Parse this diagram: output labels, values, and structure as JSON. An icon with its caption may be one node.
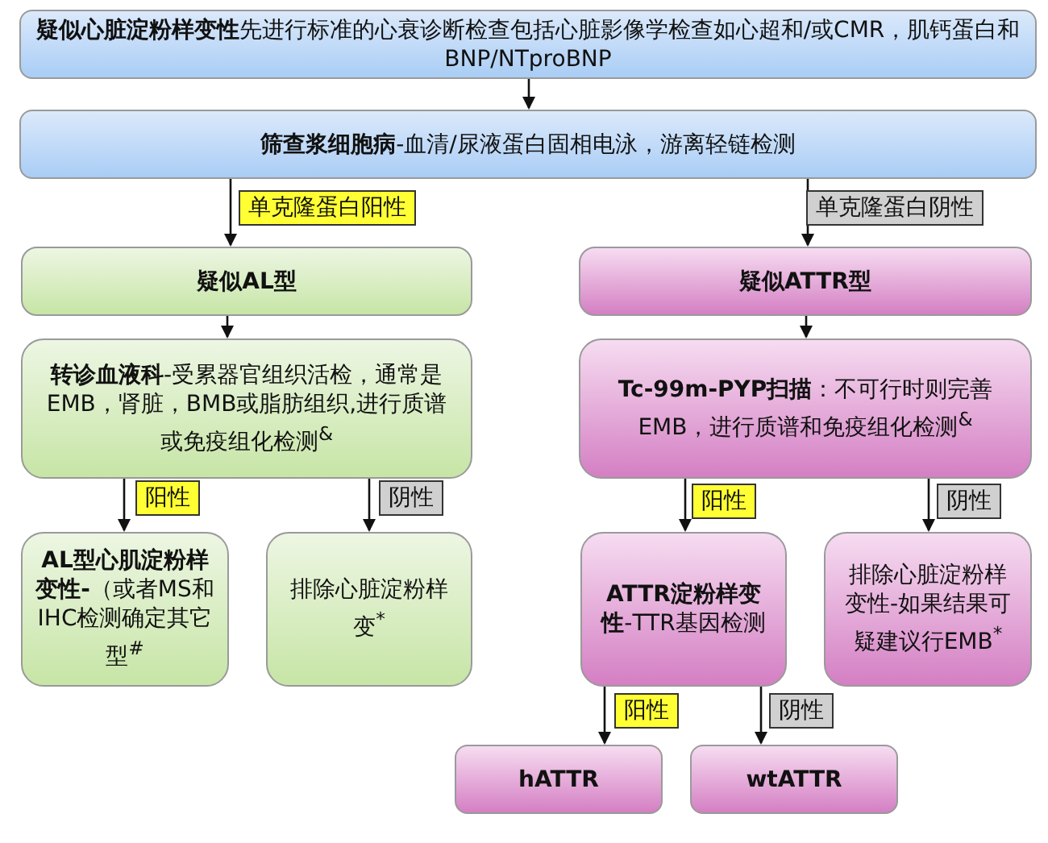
{
  "diagram": {
    "nodes": [
      {
        "text": [
          "**疑似心脏淀粉样变性**先进行标准的心衰诊断检查包括心脏影像学检查如心超和/或CMR，肌钙蛋白和BNP/NTproBNP"
        ]
      },
      {
        "text": [
          "**筛查浆细胞病**-血清/尿液蛋白固相电泳，游离轻链检测"
        ]
      },
      {
        "text": [
          "疑似AL型"
        ]
      },
      {
        "text": [
          "**转诊血液科**-受累器官组织活检，通常是EMB，肾脏，BMB或脂肪组织,进行质谱或免疫组化检测$^{&}$"
        ]
      },
      {
        "text": [
          "**AL型心肌淀粉样变性-**（或者MS和IHC检测确定其它型$^{#}$"
        ]
      },
      {
        "text": [
          "排除心脏淀粉样变$^{*}$"
        ]
      },
      {
        "text": [
          "疑似ATTR型"
        ]
      },
      {
        "text": [
          "**Tc-99m-PYP扫描**：不可行时则完善EMB，进行质谱和免疫组化检测$^{&}$"
        ]
      },
      {
        "text": [
          "**ATTR淀粉样变性**-TTR基因检测"
        ]
      },
      {
        "text": [
          "排除心脏淀粉样变性-如果结果可疑建议行EMB$^{*}$"
        ]
      },
      {
        "text": [
          "hATTR"
        ]
      },
      {
        "text": [
          "wtATTR"
        ]
      }
    ],
    "edges": [
      {
        "from": 0,
        "to": 1,
        "arrow": "to"
      },
      {
        "from": 1,
        "to": 2,
        "arrow": "to",
        "label": "单克隆蛋白阳性"
      },
      {
        "from": 1,
        "to": 6,
        "arrow": "to",
        "label": "单克隆蛋白阴性"
      },
      {
        "from": 2,
        "to": 3,
        "arrow": "to"
      },
      {
        "from": 3,
        "to": 4,
        "arrow": "to",
        "label": "阳性"
      },
      {
        "from": 3,
        "to": 5,
        "arrow": "to",
        "label": "阴性"
      },
      {
        "from": 6,
        "to": 7,
        "arrow": "to"
      },
      {
        "from": 7,
        "to": 8,
        "arrow": "to",
        "label": "阳性"
      },
      {
        "from": 7,
        "to": 9,
        "arrow": "to",
        "label": "阴性"
      },
      {
        "from": 8,
        "to": 10,
        "arrow": "to",
        "label": "阳性"
      },
      {
        "from": 8,
        "to": 11,
        "arrow": "to",
        "label": "阴性"
      }
    ]
  }
}
